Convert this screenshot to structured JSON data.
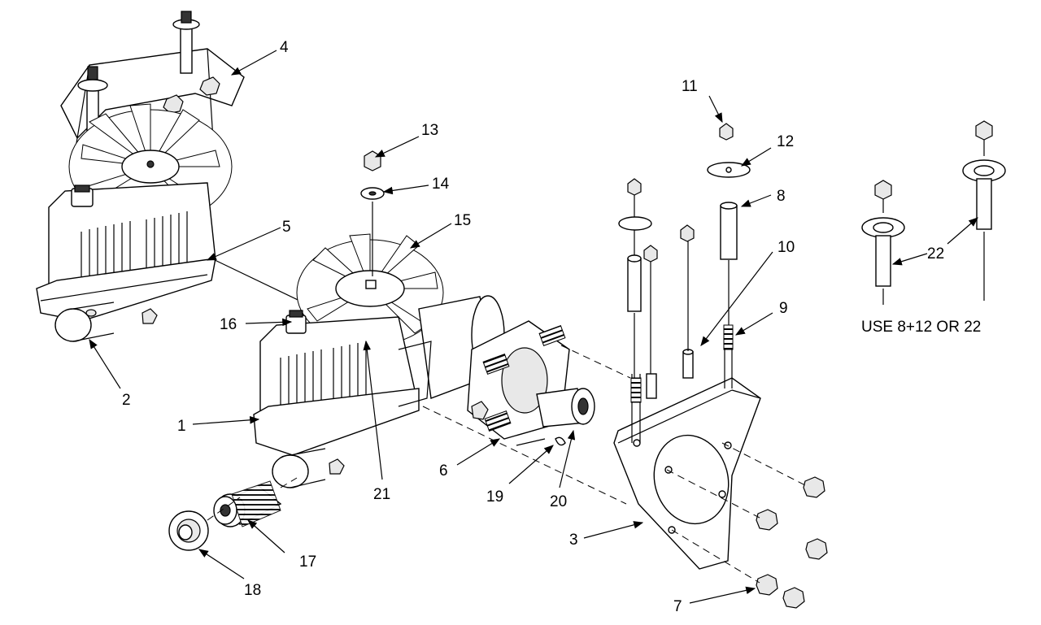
{
  "callouts": {
    "c1": "1",
    "c2": "2",
    "c3": "3",
    "c4": "4",
    "c5": "5",
    "c6": "6",
    "c7": "7",
    "c8": "8",
    "c9": "9",
    "c10": "10",
    "c11": "11",
    "c12": "12",
    "c13": "13",
    "c14": "14",
    "c15": "15",
    "c16": "16",
    "c17": "17",
    "c18": "18",
    "c19": "19",
    "c20": "20",
    "c21": "21",
    "c22": "22"
  },
  "note": "USE 8+12 OR 22"
}
